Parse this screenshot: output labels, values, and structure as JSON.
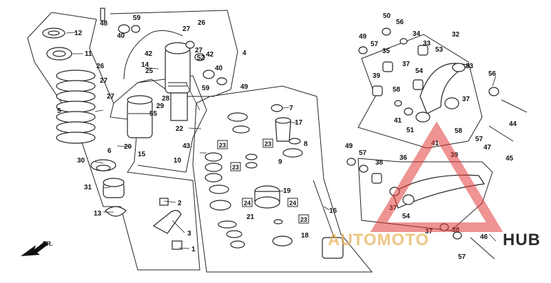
{
  "diagram": {
    "callouts": {
      "c1": "1",
      "c2": "2",
      "c3": "3",
      "c4": "4",
      "c5": "5",
      "c6": "6",
      "c7": "7",
      "c8": "8",
      "c9": "9",
      "c10": "10",
      "c11": "11",
      "c12": "12",
      "c13": "13",
      "c14": "14",
      "c15": "15",
      "c16": "16",
      "c17": "17",
      "c18": "18",
      "c19": "19",
      "c20": "20",
      "c21": "21",
      "c22": "22",
      "c23a": "23",
      "c23b": "23",
      "c23c": "23",
      "c23d": "23",
      "c24a": "24",
      "c24b": "24",
      "c25": "25",
      "c26a": "26",
      "c26b": "26",
      "c27a": "27",
      "c27b": "27",
      "c27c": "27",
      "c27d": "27",
      "c28": "28",
      "c29": "29",
      "c30": "30",
      "c31": "31",
      "c32": "32",
      "c33a": "33",
      "c33b": "33",
      "c34": "34",
      "c35": "35",
      "c36": "36",
      "c37a": "37",
      "c37b": "37",
      "c37c": "37",
      "c37d": "37",
      "c38a": "38",
      "c38b": "38",
      "c39a": "39",
      "c39b": "39",
      "c40a": "40",
      "c40b": "40",
      "c41a": "41",
      "c41b": "41",
      "c42a": "42",
      "c42b": "42",
      "c43": "43",
      "c44": "44",
      "c45": "45",
      "c46": "46",
      "c47": "47",
      "c48": "48",
      "c49a": "49",
      "c49b": "49",
      "c49c": "49",
      "c50": "50",
      "c51": "51",
      "c52": "52",
      "c53": "53",
      "c54a": "54",
      "c54b": "54",
      "c55": "55",
      "c56a": "56",
      "c56b": "56",
      "c57a": "57",
      "c57b": "57",
      "c57c": "57",
      "c57d": "57",
      "c58a": "58",
      "c58b": "58",
      "c59a": "59",
      "c59b": "59"
    },
    "direction_label": "FR."
  },
  "watermark": {
    "word_left": "AUTOMOTO",
    "word_right": "HUB",
    "colors": {
      "triangle": "#e23b3b",
      "auto_text": "#e9b25a",
      "hub_text": "#2a2a2a"
    }
  }
}
